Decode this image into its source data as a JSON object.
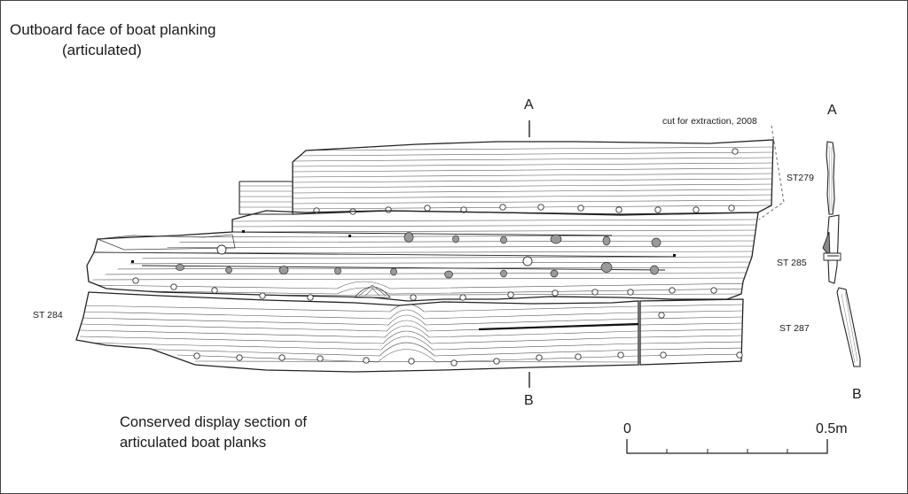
{
  "title": {
    "line1": "Outboard face of boat planking",
    "line2": "(articulated)"
  },
  "section_markers": {
    "top": "A",
    "bottom": "B"
  },
  "section_profile_markers": {
    "top": "A",
    "bottom": "B"
  },
  "annotation_cut": "cut for extraction, 2008",
  "plank_labels": {
    "left": "ST 284",
    "st279": "ST279",
    "st285": "ST 285",
    "st287": "ST 287"
  },
  "caption": {
    "line1": "Conserved display section of",
    "line2": "articulated boat planks"
  },
  "scale_bar": {
    "start_label": "0",
    "end_label": "0.5m"
  }
}
